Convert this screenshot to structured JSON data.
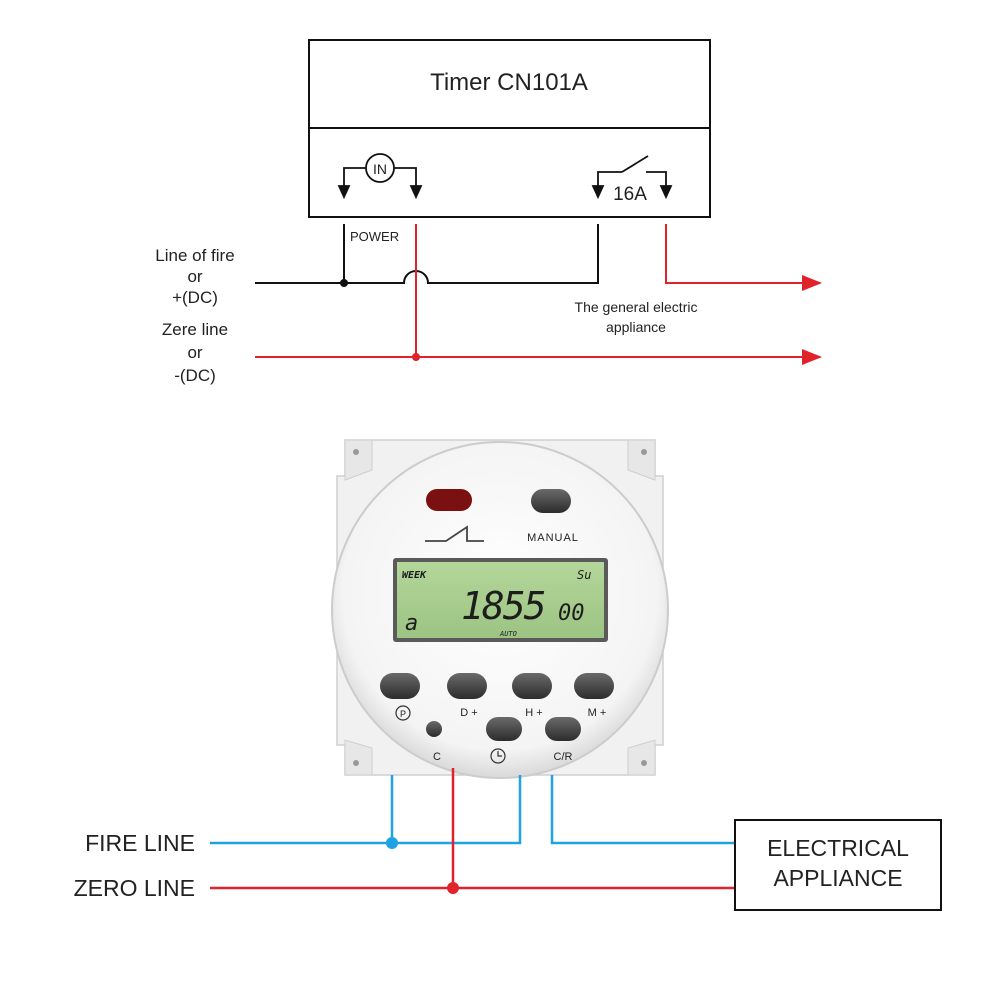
{
  "top_diagram": {
    "title": "Timer CN101A",
    "in_label": "IN",
    "rating": "16A",
    "power_label": "POWER",
    "left_labels": {
      "fire_1": "Line of fire",
      "fire_2": "or",
      "fire_3": "+(DC)",
      "zero_1": "Zere line",
      "zero_2": "or",
      "zero_3": "-(DC)"
    },
    "appliance_1": "The general electric",
    "appliance_2": "appliance"
  },
  "device": {
    "manual_label": "MANUAL",
    "lcd": {
      "week_label": "WEEK",
      "day": "Su",
      "program": "a",
      "time_main": "1855",
      "time_seconds": "00",
      "mode": "AUTO"
    },
    "buttons": {
      "p_label": "P",
      "d_label": "D +",
      "h_label": "H +",
      "m_label": "M +",
      "c_label": "C",
      "cr_label": "C/R"
    }
  },
  "bottom_diagram": {
    "fire_line": "FIRE LINE",
    "zero_line": "ZERO LINE",
    "appliance_1": "ELECTRICAL",
    "appliance_2": "APPLIANCE"
  },
  "colors": {
    "red_wire": "#e0222b",
    "blue_wire": "#1ea3e2",
    "black_wire": "#111111",
    "lcd": "#a3c989",
    "led": "#7a1010"
  }
}
